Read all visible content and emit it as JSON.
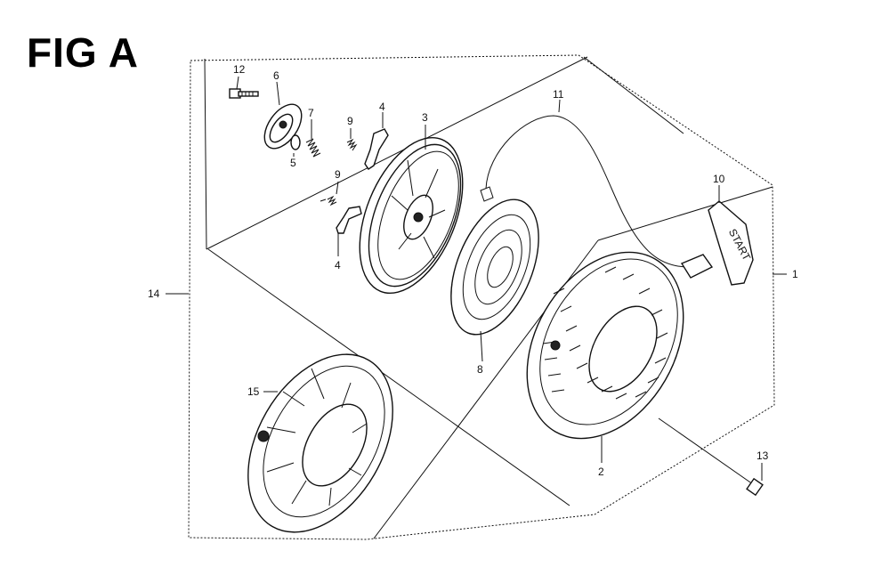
{
  "figure": {
    "title": "FIG A"
  },
  "labels": {
    "p1": "1",
    "p2": "2",
    "p3": "3",
    "p4a": "4",
    "p4b": "4",
    "p5": "5",
    "p6": "6",
    "p7": "7",
    "p8": "8",
    "p9a": "9",
    "p9b": "9",
    "p10": "10",
    "p11": "11",
    "p12": "12",
    "p13": "13",
    "p14": "14",
    "p15": "15"
  },
  "handle_text": "START"
}
